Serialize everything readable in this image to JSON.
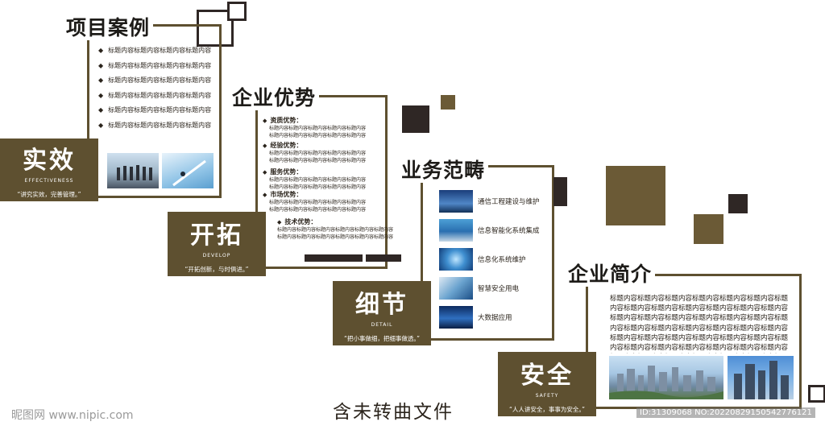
{
  "sections": {
    "cases": {
      "title": "项目案例",
      "items": [
        "标题内容标题内容标题内容标题内容",
        "标题内容标题内容标题内容标题内容",
        "标题内容标题内容标题内容标题内容",
        "标题内容标题内容标题内容标题内容",
        "标题内容标题内容标题内容标题内容",
        "标题内容标题内容标题内容标题内容"
      ]
    },
    "advantages": {
      "title": "企业优势",
      "groups": [
        {
          "heading": "资质优势：",
          "lines": [
            "标题内容标题内容标题内容标题内容标题内容",
            "标题内容标题内容标题内容标题内容标题内容"
          ]
        },
        {
          "heading": "经验优势：",
          "lines": [
            "标题内容标题内容标题内容标题内容标题内容",
            "标题内容标题内容标题内容标题内容标题内容"
          ]
        },
        {
          "heading": "服务优势：",
          "lines": [
            "标题内容标题内容标题内容标题内容标题内容",
            "标题内容标题内容标题内容标题内容标题内容"
          ]
        },
        {
          "heading": "市场优势：",
          "lines": [
            "标题内容标题内容标题内容标题内容标题内容",
            "标题内容标题内容标题内容标题内容标题内容"
          ]
        },
        {
          "heading": "技术优势：",
          "lines": [
            "标题内容标题内容标题内容标题内容标题内容标题内容",
            "标题内容标题内容标题内容标题内容标题内容标题内容"
          ]
        }
      ]
    },
    "business": {
      "title": "业务范畴",
      "items": [
        "通信工程建设与维护",
        "信息智能化系统集成",
        "信息化系统维护",
        "智慧安全用电",
        "大数据应用"
      ]
    },
    "intro": {
      "title": "企业简介",
      "text": "标题内容标题内容标题内容标题内容标题内容标题内容标题内容标题内容标题内容标题内容标题内容标题内容标题内容标题内容标题内容标题内容标题内容标题内容标题内容标题内容标题内容标题内容标题内容标题内容标题内容标题内容标题内容标题内容标题内容标题内容标题内容标题内容标题内容标题内容标题内容标题内容标题内容标题内容标题内容标题内容标题内容标题内容标题内容标题内容标题内容标题内容标题内容标题内容标题内容"
    }
  },
  "values": {
    "effectiveness": {
      "title": "实效",
      "en": "EFFECTIVENESS",
      "slogan": "“讲究实效，完善管理。”"
    },
    "develop": {
      "title": "开拓",
      "en": "DEVELOP",
      "slogan": "“开拓创新，与时俱进。”"
    },
    "detail": {
      "title": "细节",
      "en": "DETAIL",
      "slogan": "“把小事做细，把细事做透。”"
    },
    "safety": {
      "title": "安全",
      "en": "SAFETY",
      "slogan": "“人人讲安全，事事为安全。”"
    }
  },
  "footer": {
    "note": "含未转曲文件",
    "watermark": "昵图网 www.nipic.com",
    "id": "ID:31309068 NO:20220829150542776121"
  },
  "colors": {
    "brand_brown": "#5e5030",
    "dark_square": "#2f2725"
  }
}
